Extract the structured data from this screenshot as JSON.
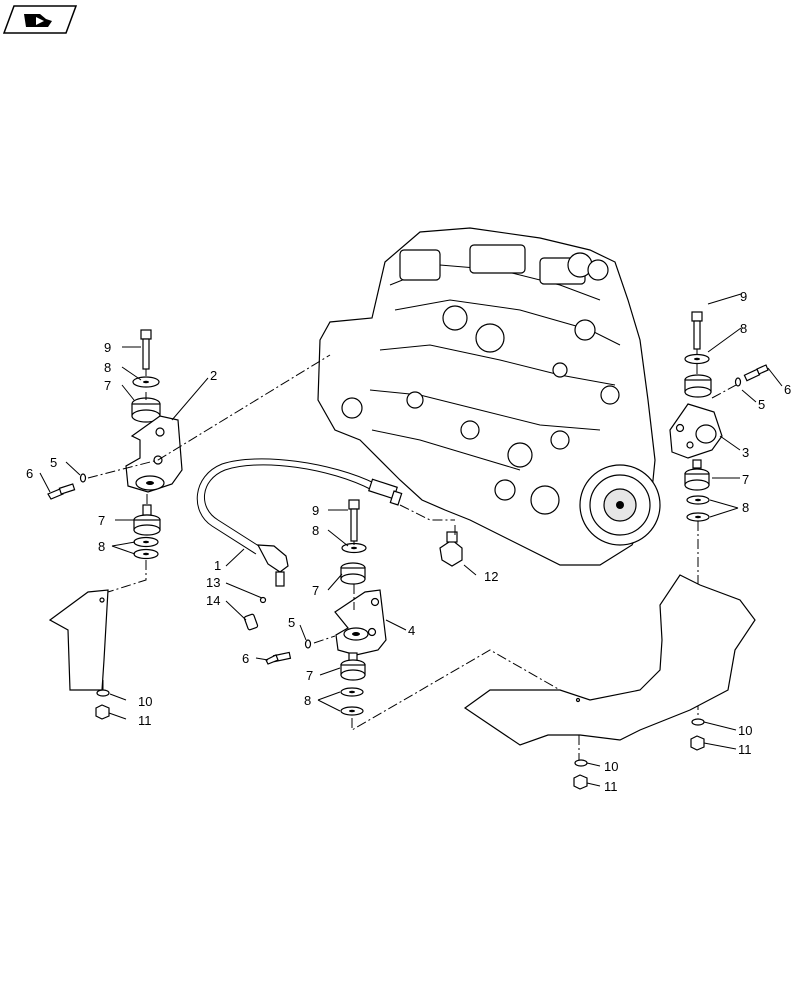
{
  "diagram": {
    "title": "",
    "icons": {
      "corner_badge": "page-badge-icon"
    },
    "callouts": {
      "c1": "1",
      "c2": "2",
      "c3": "3",
      "c4": "4",
      "c5_left": "5",
      "c5_center": "5",
      "c5_right": "5",
      "c6_left": "6",
      "c6_center": "6",
      "c6_right": "6",
      "c7_left_top": "7",
      "c7_left_bottom": "7",
      "c7_center_top": "7",
      "c7_center_bottom": "7",
      "c7_right": "7",
      "c8_left_top": "8",
      "c8_left_bottom": "8",
      "c8_center_top": "8",
      "c8_center_bottom": "8",
      "c8_right_top": "8",
      "c8_right_bottom": "8",
      "c9_left": "9",
      "c9_center": "9",
      "c9_right": "9",
      "c10_left": "10",
      "c10_center": "10",
      "c10_right": "10",
      "c11_left": "11",
      "c11_center": "11",
      "c11_right": "11",
      "c12": "12",
      "c13": "13",
      "c14": "14"
    }
  }
}
